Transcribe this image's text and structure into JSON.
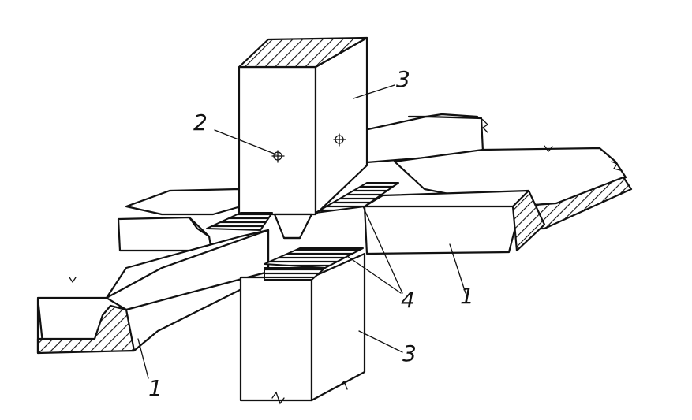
{
  "labels": {
    "beam_left": "1",
    "beam_right": "1",
    "point": "2",
    "column_top": "3",
    "column_bottom": "3",
    "joint": "4"
  }
}
